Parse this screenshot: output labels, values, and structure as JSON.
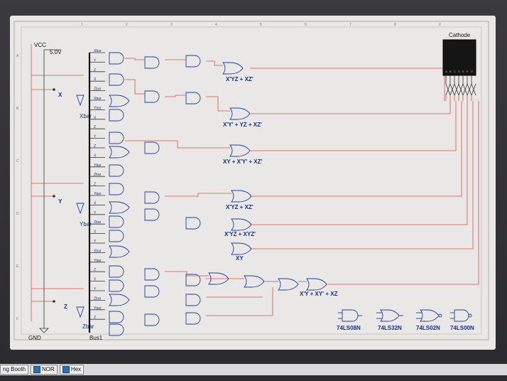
{
  "schematic": {
    "power": {
      "vcc_label": "VCC",
      "voltage": "5.0V",
      "gnd_label": "GND"
    },
    "inputs": [
      {
        "name": "X",
        "bar": "Xbar"
      },
      {
        "name": "Y",
        "bar": "Ybar"
      },
      {
        "name": "Z",
        "bar": "Zbar"
      }
    ],
    "bus_label": "Bus1",
    "display_label": "Cathode",
    "expressions": [
      "X'YZ + XZ'",
      "X'Y' + YZ + XZ'",
      "XY + X'Y' + XZ'",
      "X'YZ + XZ'",
      "X'YZ + XYZ'",
      "XY",
      "X'Y + XY' + XZ"
    ],
    "chips": [
      "74LS08N",
      "74LS32N",
      "74LS02N",
      "74LS00N"
    ],
    "bus_taps": [
      "Xbar",
      "Y",
      "Z",
      "X",
      "Zbar",
      "Xbar",
      "Ybar",
      "X",
      "Z",
      "Y",
      "Z",
      "X",
      "Ybar",
      "Zbar",
      "Z",
      "Ybar",
      "X",
      "Y",
      "Zbar",
      "X",
      "Y",
      "Xbar",
      "Ybar",
      "Z",
      "X",
      "Y",
      "Zbar",
      "Ybar",
      "Z"
    ],
    "column_numbers": [
      "1",
      "2",
      "3",
      "4",
      "5",
      "6",
      "7",
      "8",
      "9"
    ],
    "row_letters": [
      "A",
      "B",
      "C",
      "D",
      "E",
      "F"
    ]
  },
  "taskbar": {
    "items": [
      "ng Booth",
      "NOR",
      "Hex"
    ]
  }
}
